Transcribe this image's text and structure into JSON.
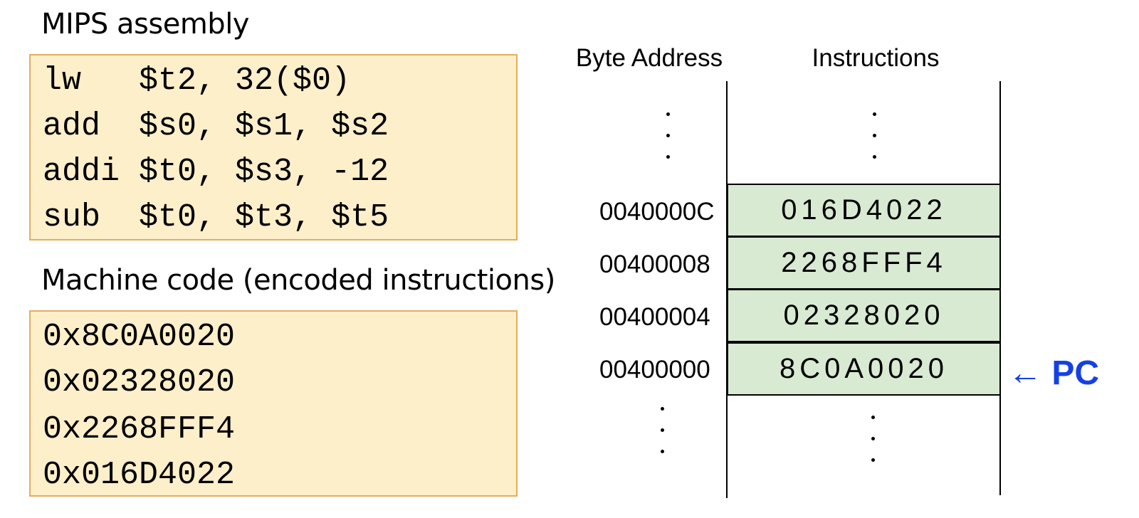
{
  "assembly": {
    "heading": "MIPS assembly",
    "lines": [
      "lw   $t2, 32($0)",
      "add  $s0, $s1, $s2",
      "addi $t0, $s3, -12",
      "sub  $t0, $t3, $t5"
    ]
  },
  "machine_code": {
    "heading": "Machine code (encoded instructions)",
    "lines": [
      "0x8C0A0020",
      "0x02328020",
      "0x2268FFF4",
      "0x016D4022"
    ]
  },
  "memory": {
    "address_header": "Byte Address",
    "instructions_header": "Instructions",
    "rows": [
      {
        "address": "0040000C",
        "instruction": "016D4022"
      },
      {
        "address": "00400008",
        "instruction": "2268FFF4"
      },
      {
        "address": "00400004",
        "instruction": "02328020"
      },
      {
        "address": "00400000",
        "instruction": "8C0A0020"
      }
    ],
    "pc_label": "← PC",
    "pc_color": "#1640e6"
  },
  "colors": {
    "code_fill": "#fdefc9",
    "code_border": "#e3ad5e",
    "memory_fill": "#d9ead3"
  }
}
